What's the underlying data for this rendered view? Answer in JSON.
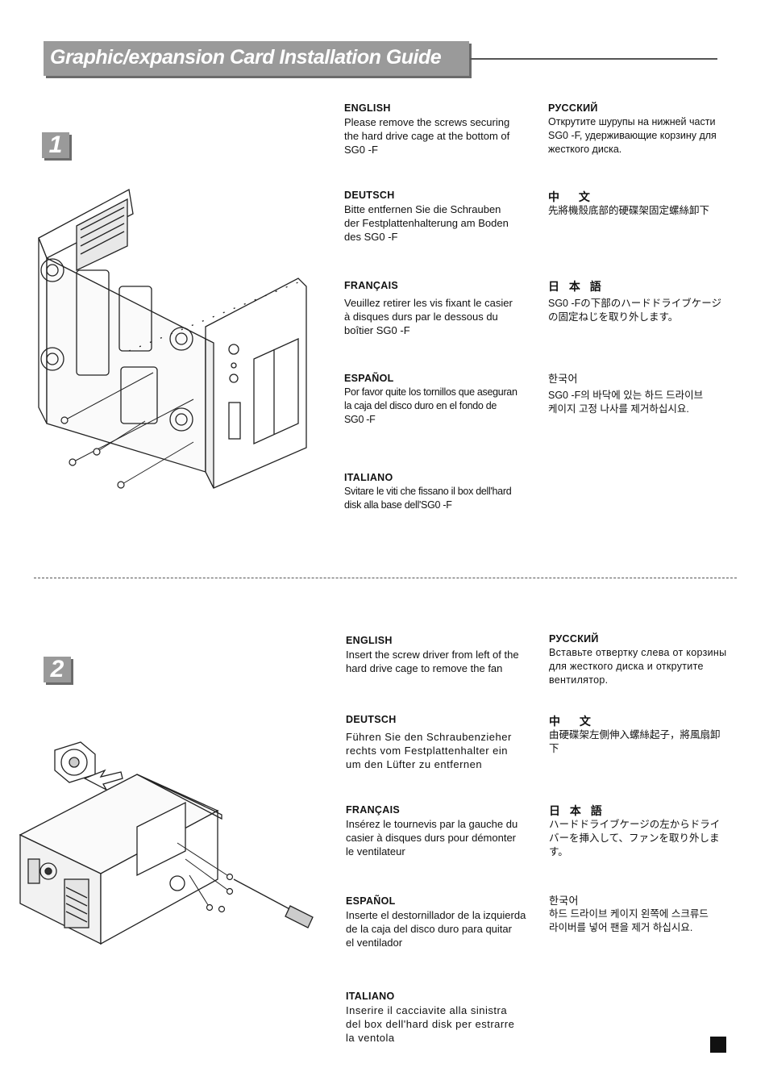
{
  "title": "Graphic/expansion Card Installation Guide",
  "steps": [
    {
      "number": "1",
      "left": [
        {
          "lang": "ENGLISH",
          "text": "Please remove the screws securing\nthe hard drive cage at the bottom of\nSG0  -F"
        },
        {
          "lang": "DEUTSCH",
          "text": "Bitte entfernen Sie die Schrauben\nder Festplattenhalterung am Boden\ndes SG0  -F"
        },
        {
          "lang": "FRANÇAIS",
          "text": "Veuillez retirer les vis fixant le casier\nà disques durs par le dessous du\nboîtier SG0  -F"
        },
        {
          "lang": "ESPAÑOL",
          "text": "Por favor quite los tornillos que aseguran\nla caja del disco duro en el fondo de\nSG0  -F"
        },
        {
          "lang": "ITALIANO",
          "text": "Svitare le viti che fissano il box dell'hard\ndisk alla base dell'SG0  -F"
        }
      ],
      "right": [
        {
          "lang": "РУССКИЙ",
          "text": "Открутите шурупы на нижней части\nSG0  -F, удерживающие корзину для\nжесткого диска."
        },
        {
          "lang": "中  文",
          "text": "先將機殼底部的硬碟架固定螺絲卸下"
        },
        {
          "lang": "日 本 語",
          "text": "SG0  -Fの下部のハードドライブケージ\nの固定ねじを取り外します。"
        },
        {
          "lang": "한국어",
          "text": "SG0  -F의 바닥에 있는 하드 드라이브\n케이지 고정 나사를 제거하십시요."
        }
      ]
    },
    {
      "number": "2",
      "left": [
        {
          "lang": "ENGLISH",
          "text": "Insert the screw driver from left of the\nhard drive cage to remove the fan"
        },
        {
          "lang": "DEUTSCH",
          "text": "Führen Sie den Schraubenzieher\nrechts vom Festplattenhalter ein\num den Lüfter zu entfernen"
        },
        {
          "lang": "FRANÇAIS",
          "text": "Insérez le tournevis par la gauche du\ncasier à disques durs pour démonter\nle ventilateur"
        },
        {
          "lang": "ESPAÑOL",
          "text": "Inserte el destornillador de la izquierda\nde la caja del disco duro para quitar\nel ventilador"
        },
        {
          "lang": "ITALIANO",
          "text": "Inserire il cacciavite alla sinistra\ndel box dell'hard disk per estrarre\nla ventola"
        }
      ],
      "right": [
        {
          "lang": "РУССКИЙ",
          "text": "Вставьте отвертку слева от корзины\nдля жесткого диска и открутите\nвентилятор."
        },
        {
          "lang": "中  文",
          "text": "由硬碟架左側伸入螺絲起子，將風扇卸\n下"
        },
        {
          "lang": "日 本 語",
          "text": "ハードドライブケージの左からドライ\nバーを挿入して、ファンを取り外しま\nす。"
        },
        {
          "lang": "한국어",
          "text": "하드 드라이브 케이지 왼쪽에 스크류드\n라이버를 넣어 팬을 제거 하십시요."
        }
      ]
    }
  ]
}
